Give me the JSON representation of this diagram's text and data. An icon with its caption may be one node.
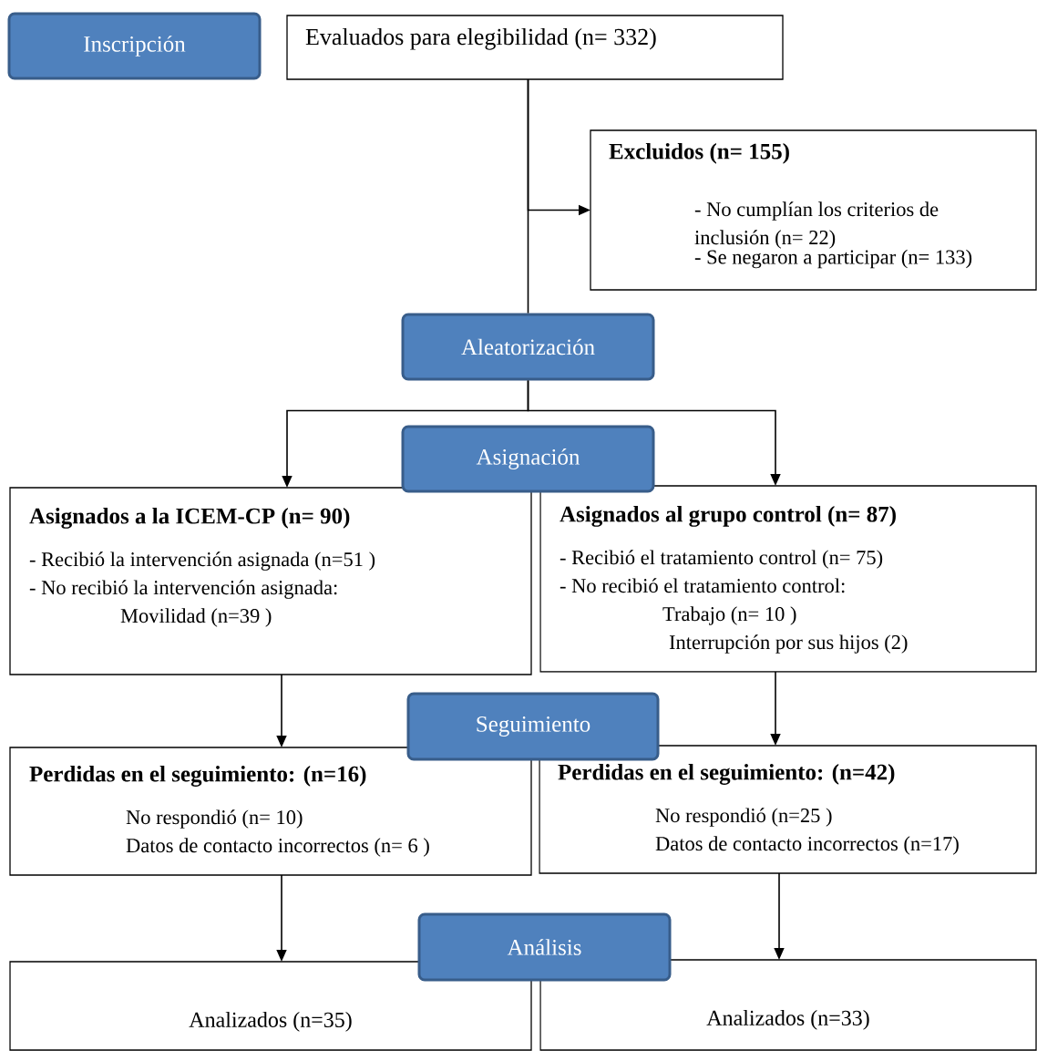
{
  "diagram": {
    "nodes": [
      {
        "text": [
          "Inscripción"
        ]
      },
      {
        "text": [
          "Evaluados para elegibilidad (n= 332)"
        ]
      },
      {
        "text": [
          "Excluidos (n= 155)",
          "- No cumplían los criterios de inclusión (n= 22)",
          "- Se negaron a participar (n= 133)"
        ]
      },
      {
        "text": [
          "Aleatorización"
        ]
      },
      {
        "text": [
          "Asignación"
        ]
      },
      {
        "text": [
          "Asignados a la ICEM-CP  (n= 90)",
          "- Recibió la intervención asignada (n=51 )",
          "- No recibió la intervención asignada:",
          "Movilidad (n=39 )"
        ]
      },
      {
        "text": [
          "Asignados al grupo control (n= 87)",
          "- Recibió el tratamiento control  (n= 75)",
          "- No recibió el tratamiento control:",
          "Trabajo (n= 10 )",
          "Interrupción por sus hijos (2)"
        ]
      },
      {
        "text": [
          "Seguimiento"
        ]
      },
      {
        "text": [
          "Perdidas en el seguimiento: (n=16)",
          "No respondió (n= 10)",
          "Datos de contacto incorrectos (n= 6 )"
        ]
      },
      {
        "text": [
          "Perdidas en el seguimiento: (n=42)",
          "No respondió (n=25 )",
          "Datos de contacto incorrectos (n=17)"
        ]
      },
      {
        "text": [
          "Análisis"
        ]
      },
      {
        "text": [
          "Analizados (n=35)"
        ]
      },
      {
        "text": [
          "Analizados (n=33)"
        ]
      }
    ],
    "edges": [
      {
        "from": 1,
        "to": 2,
        "arrow": "to"
      },
      {
        "from": 1,
        "to": 3,
        "arrow": "none"
      },
      {
        "from": 3,
        "to": 5,
        "arrow": "to"
      },
      {
        "from": 3,
        "to": 6,
        "arrow": "to"
      },
      {
        "from": 5,
        "to": 8,
        "arrow": "to"
      },
      {
        "from": 6,
        "to": 9,
        "arrow": "to"
      },
      {
        "from": 8,
        "to": 11,
        "arrow": "to"
      },
      {
        "from": 9,
        "to": 12,
        "arrow": "to"
      }
    ]
  }
}
